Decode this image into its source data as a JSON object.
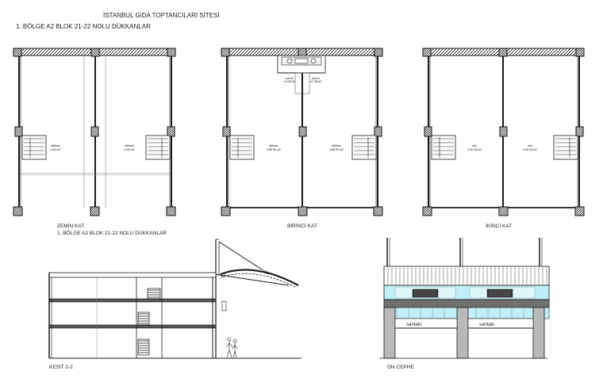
{
  "header": {
    "title": "İSTANBUL GIDA TOPTANCILARI SİTESİ",
    "subtitle": "1. BÖLGE A2 BLOK 21-22 NOLU DÜKKANLAR"
  },
  "plans": {
    "ground": {
      "label": "ZEMİN KAT",
      "sublabel": "1. BÖLGE A2 BLOK 21-22 NOLU DÜKKANLAR",
      "room_left_name": "dükkan",
      "room_left_area": "a 91 m2",
      "room_right_name": "dükkan",
      "room_right_area": "a 91 m2"
    },
    "first": {
      "label": "BİRİNCİ KAT",
      "room_left_name": "dükkan",
      "room_left_area": "a 86.90 m2",
      "room_right_name": "dükkan",
      "room_right_area": "a 86.90 m2",
      "wc_left_name": "pis hol",
      "wc_left_area": "a 2.35 m2",
      "wc_right_name": "pis hol",
      "wc_right_area": "a 2.35 m2"
    },
    "second": {
      "label": "İKİNCİ KAT",
      "room_left_name": "ofis",
      "room_left_area": "a 90.18 m2",
      "room_right_name": "ofis",
      "room_right_area": "a 90.18 m2"
    }
  },
  "section": {
    "label": "KESİT 2-2"
  },
  "elevation": {
    "label": "ÖN CEPHE",
    "sign_left": "santalu",
    "sign_right": "santalu"
  },
  "colors": {
    "line": "#1a1a1a",
    "glass": "#bfeff7",
    "concrete": "#b9b9b9",
    "dark_band": "#707070"
  }
}
